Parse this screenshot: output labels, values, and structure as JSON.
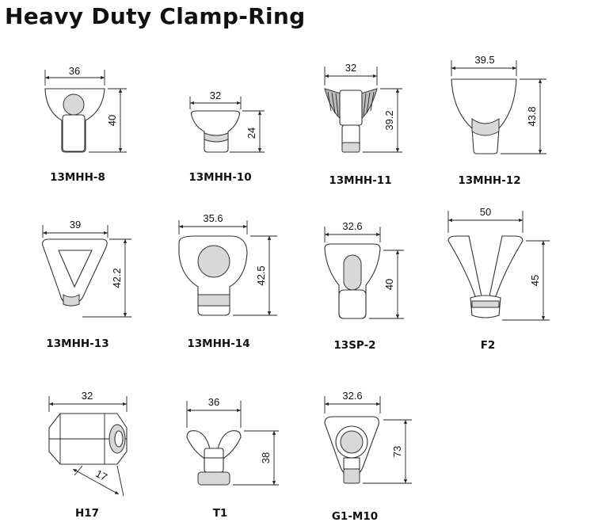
{
  "title": "Heavy Duty Clamp-Ring",
  "parts": [
    {
      "label": "13MHH-8",
      "width": "36",
      "height": "40"
    },
    {
      "label": "13MHH-10",
      "width": "32",
      "height": "24"
    },
    {
      "label": "13MHH-11",
      "width": "32",
      "height": "39.2"
    },
    {
      "label": "13MHH-12",
      "width": "39.5",
      "height": "43.8"
    },
    {
      "label": "13MHH-13",
      "width": "39",
      "height": "42.2"
    },
    {
      "label": "13MHH-14",
      "width": "35.6",
      "height": "42.5"
    },
    {
      "label": "13SP-2",
      "width": "32.6",
      "height": "40"
    },
    {
      "label": "F2",
      "width": "50",
      "height": "45"
    },
    {
      "label": "H17",
      "width": "32",
      "height": "17"
    },
    {
      "label": "T1",
      "width": "36",
      "height": "38"
    },
    {
      "label": "G1-M10",
      "width": "32.6",
      "height": "73"
    }
  ]
}
